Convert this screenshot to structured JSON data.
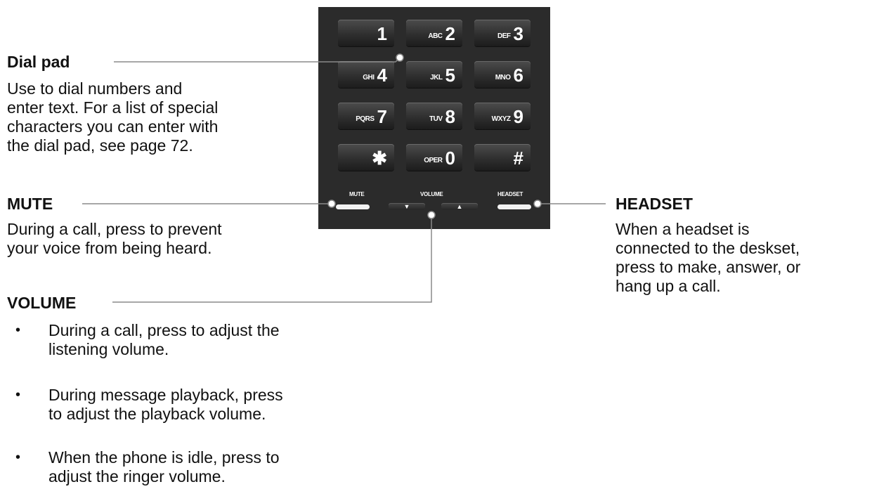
{
  "keypad": {
    "keys": [
      {
        "sub": "",
        "main": "1"
      },
      {
        "sub": "ABC",
        "main": "2"
      },
      {
        "sub": "DEF",
        "main": "3"
      },
      {
        "sub": "GHI",
        "main": "4"
      },
      {
        "sub": "JKL",
        "main": "5"
      },
      {
        "sub": "MNO",
        "main": "6"
      },
      {
        "sub": "PQRS",
        "main": "7"
      },
      {
        "sub": "TUV",
        "main": "8"
      },
      {
        "sub": "WXYZ",
        "main": "9"
      },
      {
        "sub": "",
        "main": "✱"
      },
      {
        "sub": "OPER",
        "main": "0"
      },
      {
        "sub": "",
        "main": "#"
      }
    ],
    "mute_label": "MUTE",
    "volume_label": "VOLUME",
    "headset_label": "HEADSET",
    "vol_down": "▼",
    "vol_up": "▲"
  },
  "dial_pad": {
    "title": "Dial pad",
    "lines": [
      "Use to dial numbers and",
      "enter text. For a list of special",
      "characters you can enter with",
      "the dial pad, see page 72."
    ]
  },
  "mute": {
    "title": "MUTE",
    "lines": [
      "During a call, press to prevent",
      "your voice from being heard."
    ]
  },
  "volume": {
    "title": "VOLUME",
    "bullets": [
      [
        "During a call, press to adjust the",
        "listening volume."
      ],
      [
        "During message playback, press",
        "to adjust the playback volume."
      ],
      [
        "When the phone is idle, press to",
        "adjust the ringer volume."
      ]
    ],
    "bullet_char": "•"
  },
  "headset": {
    "title": "HEADSET",
    "lines": [
      "When a headset is",
      "connected to the deskset,",
      "press to make, answer, or",
      "hang up a call."
    ]
  }
}
